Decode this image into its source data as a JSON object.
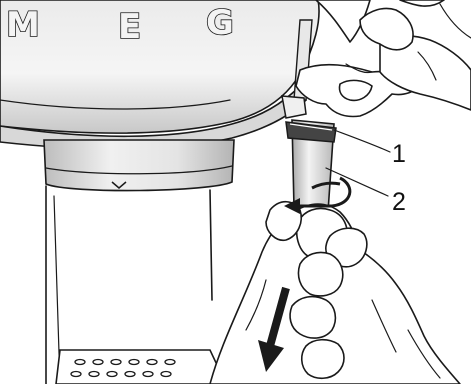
{
  "brand": {
    "letters": [
      "M",
      "E",
      "G"
    ]
  },
  "callouts": [
    {
      "label": "1",
      "target": "nozzle-cap"
    },
    {
      "label": "2",
      "target": "steam-wand"
    }
  ],
  "colors": {
    "line": "#1a1a1a",
    "shell_light": "#f2f2f2",
    "shell_shadow": "#c9c9c9",
    "chrome": "#dcdcdc",
    "cap_dark": "#444444",
    "background": "#ffffff"
  },
  "icons": [
    "chevron-down-icon",
    "rotate-arrow-icon",
    "pull-down-arrow-icon"
  ]
}
